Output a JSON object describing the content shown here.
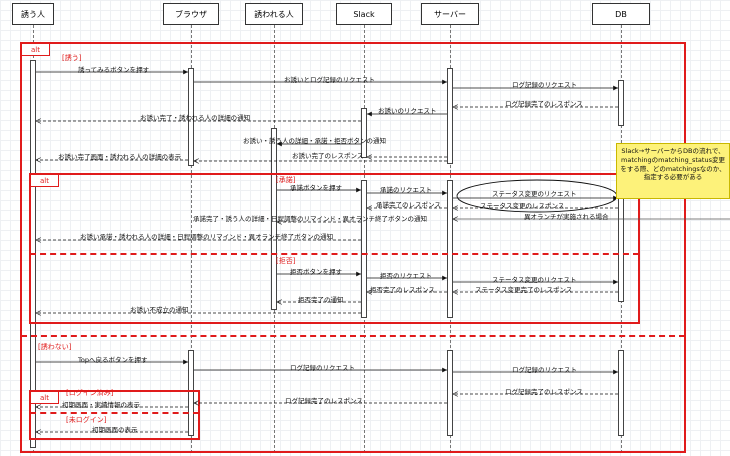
{
  "participants": [
    {
      "id": "p1",
      "label": "誘う人"
    },
    {
      "id": "p2",
      "label": "ブラウザ"
    },
    {
      "id": "p3",
      "label": "誘われる人"
    },
    {
      "id": "p4",
      "label": "Slack"
    },
    {
      "id": "p5",
      "label": "サーバー"
    },
    {
      "id": "p6",
      "label": "DB"
    }
  ],
  "frames": {
    "outer_alt": {
      "tab": "alt",
      "guard1": "[誘う]",
      "guard2": "[誘わない]"
    },
    "inner_alt1": {
      "tab": "alt",
      "guard1": "[承諾]",
      "guard2": "[拒否]"
    },
    "inner_alt2": {
      "tab": "alt",
      "guard1": "[ログイン済み]",
      "guard2": "[未ログイン]"
    }
  },
  "messages": {
    "m1": "誘ってみるボタンを押す",
    "m2": "お誘いとログ記録のリクエスト",
    "m3": "ログ記録のリクエスト",
    "m4": "ログ記録完了のレスポンス",
    "m5": "お誘いのリクエスト",
    "m6": "お誘い完了・誘われる人の詳細の通知",
    "m7": "お誘い・誘う人の詳細・承諾・拒否ボタンの通知",
    "m8": "お誘い完了のレスポンス",
    "m9": "お誘い完了画面・誘われる人の詳細の表示",
    "m10": "承諾ボタンを押す",
    "m11": "承諾のリクエスト",
    "m12": "ステータス変更のリクエスト",
    "m13": "承諾完了のレスポンス",
    "m14": "ステータス変更のレスポンス",
    "m15": "異オランチが実施される場合",
    "m16": "承諾完了・誘う人の詳細・日程調整のリマインド・異オランチ終了ボタンの通知",
    "m17": "お誘い承諾・誘われる人の詳細・日程調整のリマインド・異オランチ終了ボタンの通知",
    "m18": "拒否ボタンを押す",
    "m19": "拒否のリクエスト",
    "m20": "ステータス変更のリクエスト",
    "m21": "拒否完了のレスポンス",
    "m22": "ステータス変更完了のレスポンス",
    "m23": "拒否完了の通知",
    "m24": "お誘い不成立の通知",
    "m25": "Topへ戻るボタンを押す",
    "m26": "ログ記録のリクエスト",
    "m27": "ログ記録のリクエスト",
    "m28": "ログ記録完了のレスポンス",
    "m29": "ログ記録完了のレスポンス",
    "m30": "初期画面・実績情報の表示",
    "m31": "初期画面の表示"
  },
  "note": {
    "text": "Slack→サーバーからDBの流れで、matchingのmatching_status変更をする際、どのmatchingsなのか、指定する必要がある"
  },
  "colors": {
    "frame": "#e01b1b",
    "note_bg": "#fdf27a"
  }
}
